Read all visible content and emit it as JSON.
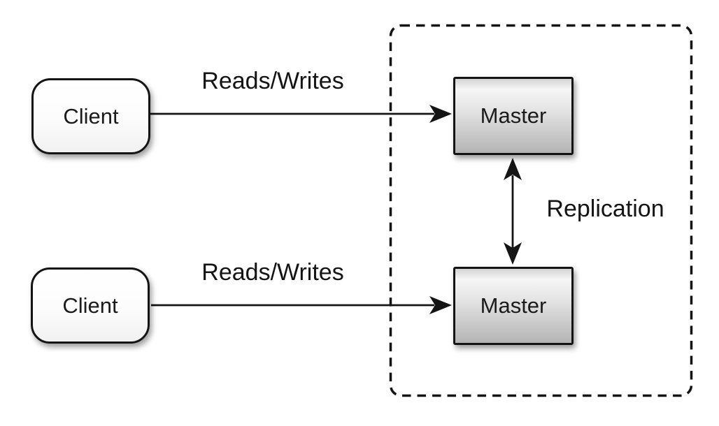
{
  "nodes": {
    "client_top": {
      "label": "Client"
    },
    "client_bottom": {
      "label": "Client"
    },
    "master_top": {
      "label": "Master"
    },
    "master_bottom": {
      "label": "Master"
    }
  },
  "edges": {
    "reads_writes_top": {
      "label": "Reads/Writes"
    },
    "reads_writes_bottom": {
      "label": "Reads/Writes"
    },
    "replication": {
      "label": "Replication"
    }
  },
  "colors": {
    "background": "#ffffff",
    "node_border": "#141414",
    "arrow": "#141414",
    "client_fill": "#ffffff",
    "master_gradient_top": "#f6f6f6",
    "master_gradient_bottom": "#b4b4b4",
    "dashed_boundary": "#141414"
  }
}
